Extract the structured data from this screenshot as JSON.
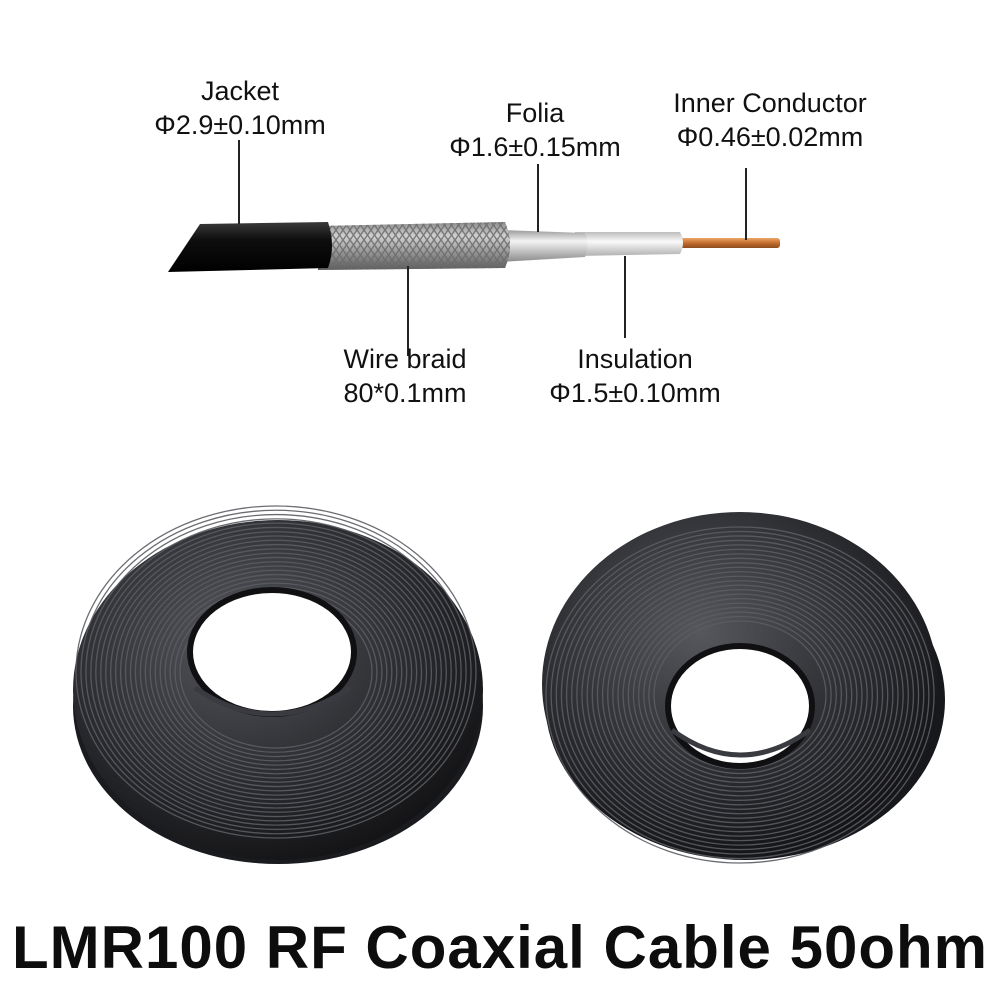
{
  "labels": {
    "jacket": {
      "title": "Jacket",
      "spec": "Φ2.9±0.10mm"
    },
    "folia": {
      "title": "Folia",
      "spec": "Φ1.6±0.15mm"
    },
    "inner_conductor": {
      "title": "Inner Conductor",
      "spec": "Φ0.46±0.02mm"
    },
    "wire_braid": {
      "title": "Wire braid",
      "spec": "80*0.1mm"
    },
    "insulation": {
      "title": "Insulation",
      "spec": "Φ1.5±0.10mm"
    }
  },
  "headline": "LMR100 RF Coaxial Cable 50ohm",
  "colors": {
    "jacket": "#111111",
    "braid": "#a8a8a8",
    "foil": "#d8d8d8",
    "insulation": "#e9e9e9",
    "conductor": "#c9773a",
    "coil": "#2b2c30"
  }
}
